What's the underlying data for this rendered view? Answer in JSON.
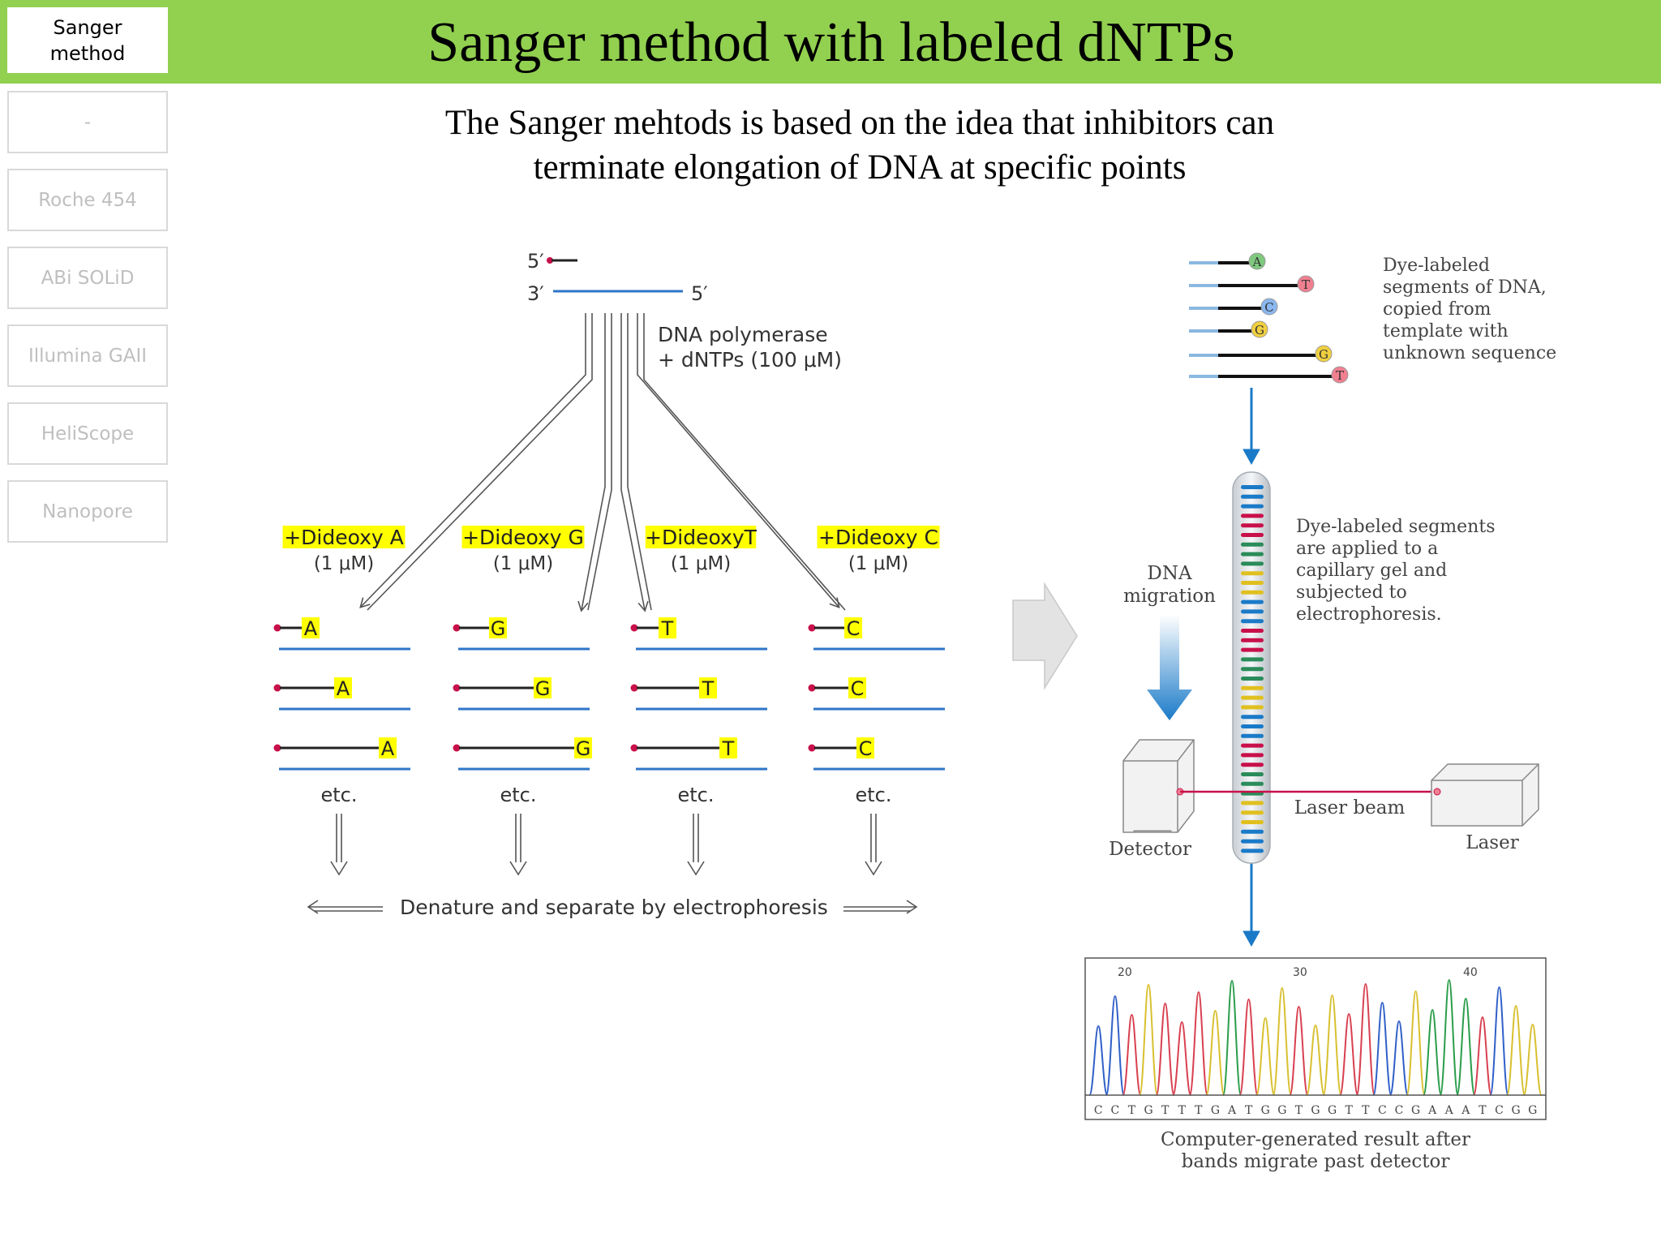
{
  "slide": {
    "title": "Sanger method with labeled dNTPs",
    "subtitle_line1": "The Sanger mehtods is based on the idea that inhibitors can",
    "subtitle_line2": "terminate elongation of DNA at specific points"
  },
  "sidebar": {
    "active_line1": "Sanger",
    "active_line2": "method",
    "items": [
      {
        "label": "-"
      },
      {
        "label": "Roche 454"
      },
      {
        "label": "ABi SOLiD"
      },
      {
        "label": "Illumina GAII"
      },
      {
        "label": "HeliScope"
      },
      {
        "label": "Nanopore"
      }
    ]
  },
  "colors": {
    "bar": "#92d050",
    "highlight": "#ffff00",
    "strand_blue": "#2e75c8",
    "primer_red": "#c8104a",
    "arrow_blue": "#1a7ac8"
  },
  "left_diagram": {
    "primer_5": "5′",
    "template_3": "3′",
    "template_5": "5′",
    "polymerase_line1": "DNA polymerase",
    "polymerase_line2": "+ dNTPs (100 μM)",
    "lanes": [
      {
        "label": "+Dideoxy A",
        "conc": "(1 μM)",
        "base": "A",
        "etc": "etc."
      },
      {
        "label": "+Dideoxy G",
        "conc": "(1 μM)",
        "base": "G",
        "etc": "etc."
      },
      {
        "label": "+DideoxyT",
        "conc": "(1 μM)",
        "base": "T",
        "etc": "etc."
      },
      {
        "label": "+Dideoxy C",
        "conc": "(1 μM)",
        "base": "C",
        "etc": "etc."
      }
    ],
    "bottom_text": "Denature and separate by electrophoresis"
  },
  "right_diagram": {
    "fragments": [
      "A",
      "T",
      "C",
      "G",
      "G",
      "T"
    ],
    "fragment_colors": [
      "#7fc97f",
      "#f08090",
      "#8ab8f0",
      "#f0d040",
      "#f0d040",
      "#f08090"
    ],
    "dye_caption": [
      "Dye-labeled",
      "segments of DNA,",
      "copied from",
      "template with",
      "unknown sequence"
    ],
    "gel_caption": [
      "Dye-labeled segments",
      "are applied to a",
      "capillary gel and",
      "subjected to",
      "electrophoresis."
    ],
    "migration_line1": "DNA",
    "migration_line2": "migration",
    "detector_label": "Detector",
    "laser_beam_label": "Laser beam",
    "laser_label": "Laser",
    "chromatogram_ticks": [
      "20",
      "30",
      "40"
    ],
    "sequence": "CCTGTTTGATGGTGGTTCCGAAATCGG",
    "result_line1": "Computer-generated result after",
    "result_line2": "bands migrate past detector"
  }
}
